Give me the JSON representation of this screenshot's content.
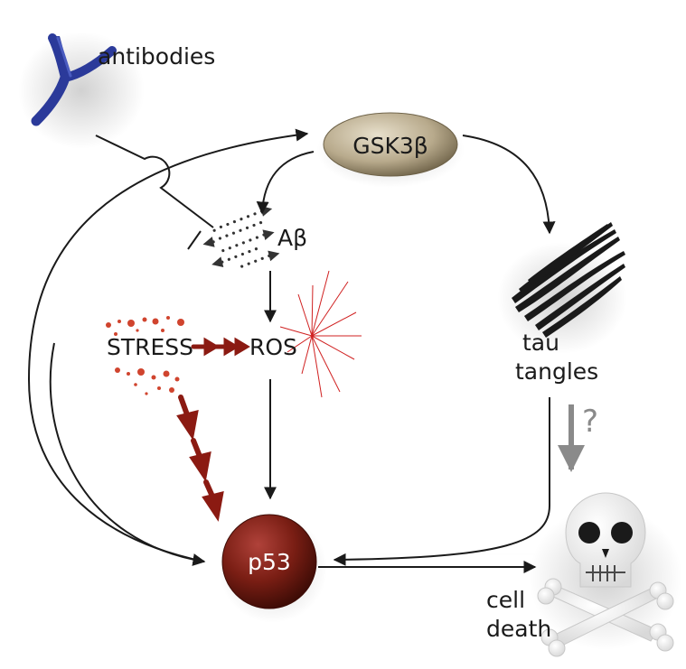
{
  "labels": {
    "antibodies": "antibodies",
    "gsk3b": "GSK3β",
    "abeta": "Aβ",
    "stress": "STRESS",
    "ros": "ROS",
    "tau_line1": "tau",
    "tau_line2": "tangles",
    "question": "?",
    "p53": "p53",
    "death_line1": "cell",
    "death_line2": "death"
  },
  "colors": {
    "antibody_blue": "#2b3a9a",
    "stress_red": "#8b1a12",
    "ros_red": "#d02020",
    "p53_fill": "#7a1e14",
    "gsk3b_fill": "#b8aa8c",
    "arrow": "#1a1a1a",
    "question_arrow": "#8a8a8a"
  },
  "icons": {
    "antibody": "antibody-y-icon",
    "abeta": "amyloid-beta-sheet-icon",
    "ros": "ros-burst-icon",
    "tau": "tau-tangles-icon",
    "death": "skull-crossbones-icon"
  }
}
